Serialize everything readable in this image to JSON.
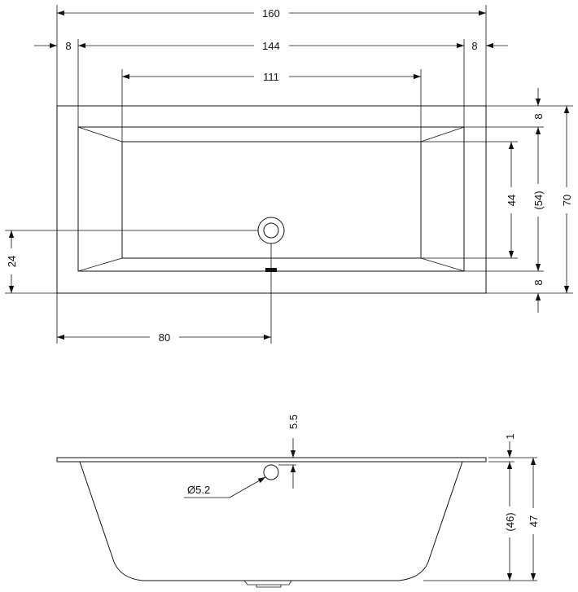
{
  "top_view": {
    "overall_width": "160",
    "inner_width": "144",
    "basin_width": "111",
    "left_rim": "8",
    "right_rim": "8",
    "top_rim": "8",
    "bottom_rim": "8",
    "basin_depth": "44",
    "inner_depth": "(54)",
    "overall_depth": "70",
    "drain_offset_y": "24",
    "drain_offset_x": "80"
  },
  "side_view": {
    "drain_height": "5.5",
    "rim_thickness": "1",
    "drain_diameter": "Ø5.2",
    "inner_height": "(46)",
    "overall_height": "47"
  },
  "colors": {
    "line": "#111111",
    "background": "#ffffff"
  }
}
